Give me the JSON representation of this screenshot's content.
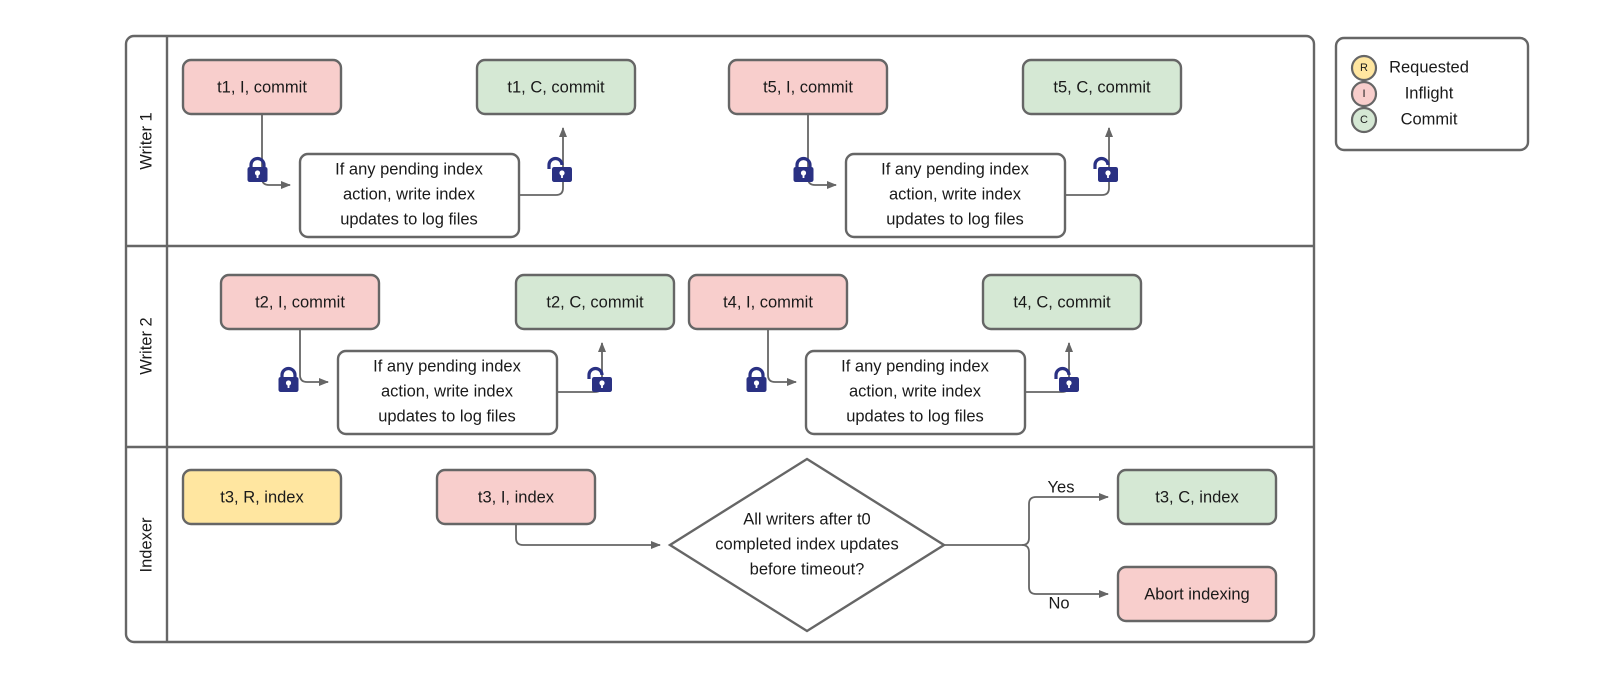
{
  "diagram": {
    "title": "Writer / Indexer transaction swimlane",
    "colors": {
      "inflight_fill": "#f8cecc",
      "commit_fill": "#d5e8d4",
      "requested_fill": "#ffe6a0",
      "plain_fill": "#ffffff",
      "shape_stroke": "#666666",
      "edge_stroke": "#666666",
      "lock_color": "#2a3183",
      "text_color": "#1a1a1a"
    },
    "lanes": [
      {
        "id": "writer1",
        "label": "Writer 1"
      },
      {
        "id": "writer2",
        "label": "Writer 2"
      },
      {
        "id": "indexer",
        "label": "Indexer"
      }
    ],
    "process_text_lines": [
      "If any pending index",
      "action, write index",
      "updates to log files"
    ],
    "decision_text_lines": [
      "All writers after t0",
      "completed index updates",
      "before timeout?"
    ],
    "nodes": {
      "w1_t1_inflight": {
        "label": "t1, I, commit",
        "state": "inflight"
      },
      "w1_t1_commit": {
        "label": "t1, C, commit",
        "state": "commit"
      },
      "w1_t5_inflight": {
        "label": "t5, I, commit",
        "state": "inflight"
      },
      "w1_t5_commit": {
        "label": "t5, C, commit",
        "state": "commit"
      },
      "w2_t2_inflight": {
        "label": "t2, I, commit",
        "state": "inflight"
      },
      "w2_t2_commit": {
        "label": "t2, C, commit",
        "state": "commit"
      },
      "w2_t4_inflight": {
        "label": "t4, I, commit",
        "state": "inflight"
      },
      "w2_t4_commit": {
        "label": "t4, C, commit",
        "state": "commit"
      },
      "ix_t3_requested": {
        "label": "t3, R, index",
        "state": "requested"
      },
      "ix_t3_inflight": {
        "label": "t3, I, index",
        "state": "inflight"
      },
      "ix_t3_commit": {
        "label": "t3, C, index",
        "state": "commit"
      },
      "ix_abort": {
        "label": "Abort indexing",
        "state": "inflight"
      }
    },
    "edge_labels": {
      "yes": "Yes",
      "no": "No"
    },
    "icons": {
      "lock_closed": "lock-closed-icon",
      "lock_open": "lock-open-icon"
    }
  },
  "legend": {
    "items": [
      {
        "glyph": "R",
        "label": "Requested",
        "color": "#ffe6a0"
      },
      {
        "glyph": "I",
        "label": "Inflight",
        "color": "#f8cecc"
      },
      {
        "glyph": "C",
        "label": "Commit",
        "color": "#d5e8d4"
      }
    ]
  }
}
